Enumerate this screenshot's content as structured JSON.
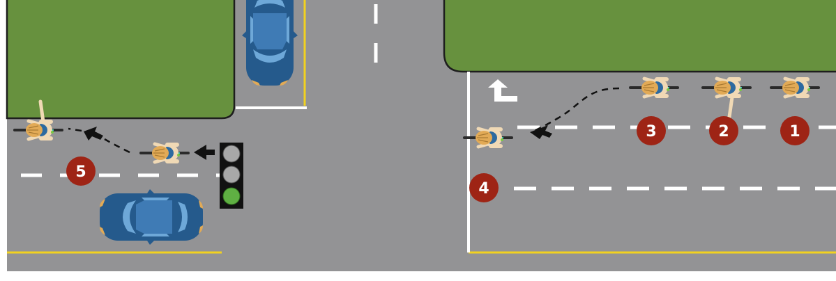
{
  "colors": {
    "road": "#939395",
    "grass": "#67913e",
    "grass_outline": "#1e1e1e",
    "lane_marking": "#ffffff",
    "edge_line": "#f2d21f",
    "car_body": "#255a8c",
    "car_glass": "#6ea8d8",
    "badge": "#9e2415",
    "signal_housing": "#111111",
    "signal_off": "#a8a8a8",
    "signal_green": "#5fb043",
    "cyclist_helmet": "#e2aa56",
    "cyclist_jersey": "#2d6aa0",
    "cyclist_skin": "#f0d9b5",
    "bike_frame": "#44c8b8",
    "arrow": "#111111"
  },
  "icons": {
    "turn_arrow": "left-turn-arrow-icon",
    "traffic_signal": "traffic-light-green-icon",
    "car": "car-icon",
    "cyclist": "cyclist-icon"
  },
  "signal_state": "green",
  "steps": [
    {
      "label": "1"
    },
    {
      "label": "2"
    },
    {
      "label": "3"
    },
    {
      "label": "4"
    },
    {
      "label": "5"
    }
  ]
}
